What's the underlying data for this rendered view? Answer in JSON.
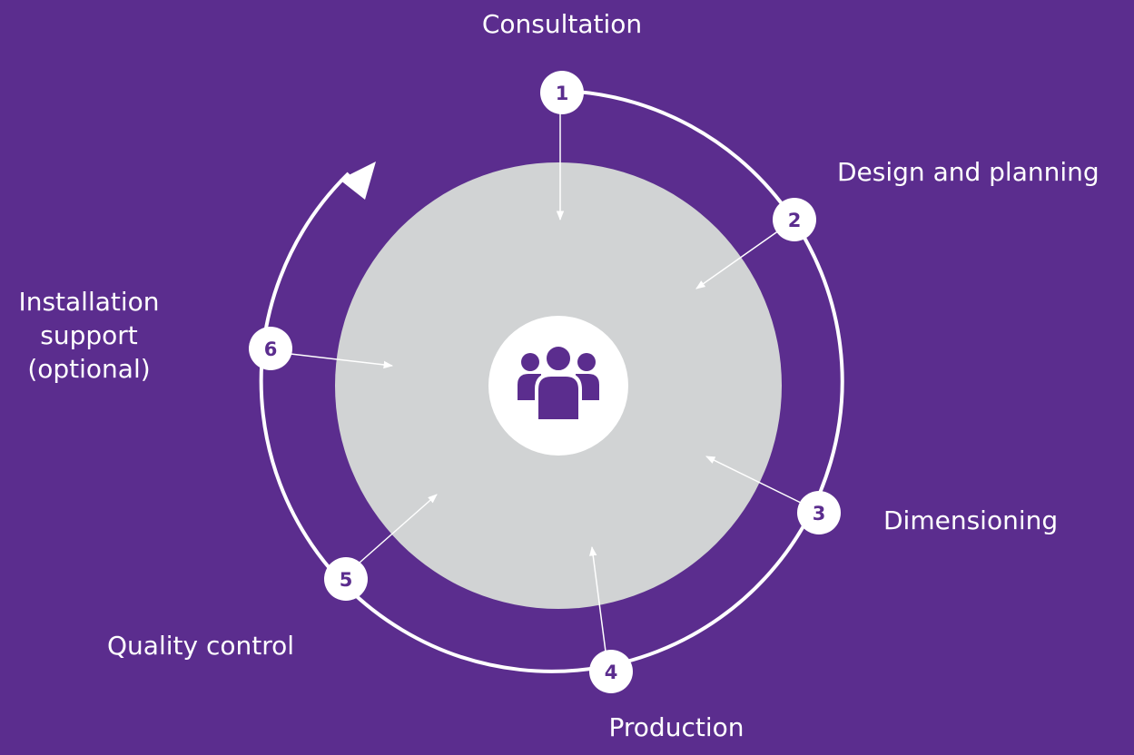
{
  "colors": {
    "background": "#5b2d8e",
    "hub_circle": "#d1d3d4",
    "ring": "#ffffff",
    "badge_fill": "#ffffff",
    "badge_text": "#5b2d8e",
    "icon": "#5b2d8e"
  },
  "hub": {
    "icon": "group-of-people-icon"
  },
  "steps": [
    {
      "number": "1",
      "label": "Consultation"
    },
    {
      "number": "2",
      "label": "Design and planning"
    },
    {
      "number": "3",
      "label": "Dimensioning"
    },
    {
      "number": "4",
      "label": "Production"
    },
    {
      "number": "5",
      "label": "Quality control"
    },
    {
      "number": "6",
      "label_lines": [
        "Installation",
        "support",
        "(optional)"
      ]
    }
  ]
}
